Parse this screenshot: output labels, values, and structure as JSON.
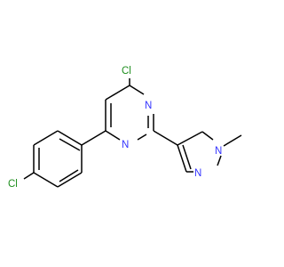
{
  "molecule": {
    "atom_labels": {
      "cl_top": "Cl",
      "cl_left": "Cl",
      "n_pyrimidine_upper": "N",
      "n_pyrimidine_lower": "N",
      "n_pyrazole_1": "N",
      "n_pyrazole_2": "N",
      "methyl": ""
    },
    "colors": {
      "chlorine": "#1f8f1f",
      "nitrogen": "#3333ff",
      "carbon_bond": "#000000",
      "background": "#ffffff"
    }
  }
}
